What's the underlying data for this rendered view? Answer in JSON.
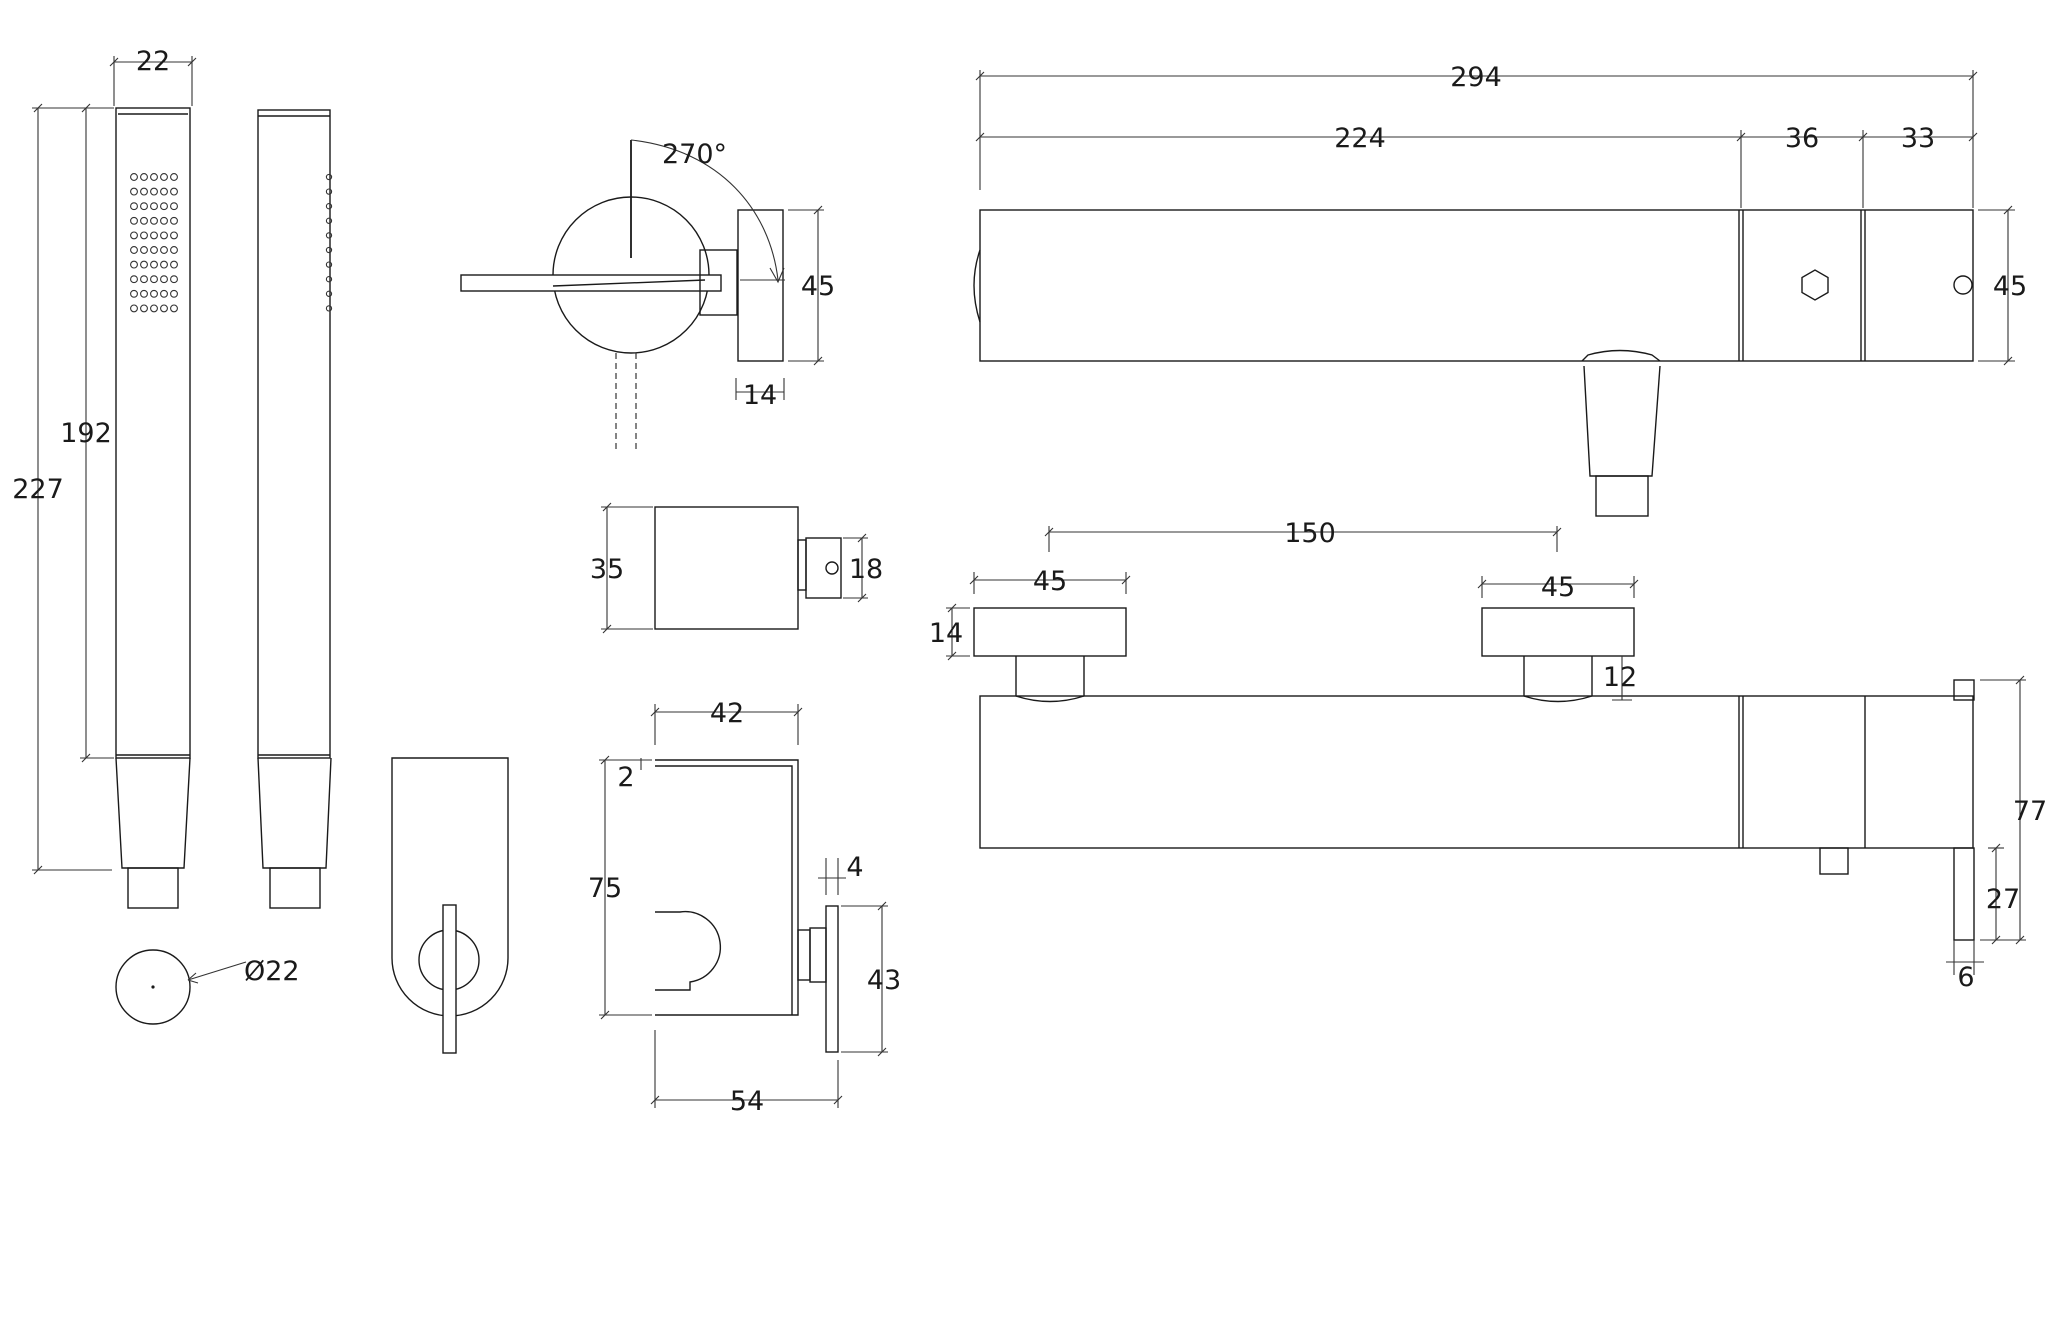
{
  "dimensions": {
    "handshower_width": "22",
    "handshower_body_length": "192",
    "handshower_total_length": "227",
    "handshower_diameter": "Ø22",
    "rotation_angle": "270°",
    "lever_height": "45",
    "lever_depth": "14",
    "outlet_height": "35",
    "outlet_connector": "18",
    "holder_width": "42",
    "holder_thickness": "2",
    "holder_height": "75",
    "holder_plate_gap": "4",
    "holder_plate_height": "43",
    "holder_depth": "54",
    "mixer_total_length": "294",
    "mixer_body_length": "224",
    "mixer_section_a": "36",
    "mixer_section_b": "33",
    "mixer_height": "45",
    "connection_spacing": "150",
    "eccentric_left_width": "45",
    "eccentric_right_width": "45",
    "eccentric_height": "14",
    "eccentric_gap": "12",
    "mixer_side_height": "77",
    "mixer_side_offset": "27",
    "mixer_side_thickness": "6"
  }
}
